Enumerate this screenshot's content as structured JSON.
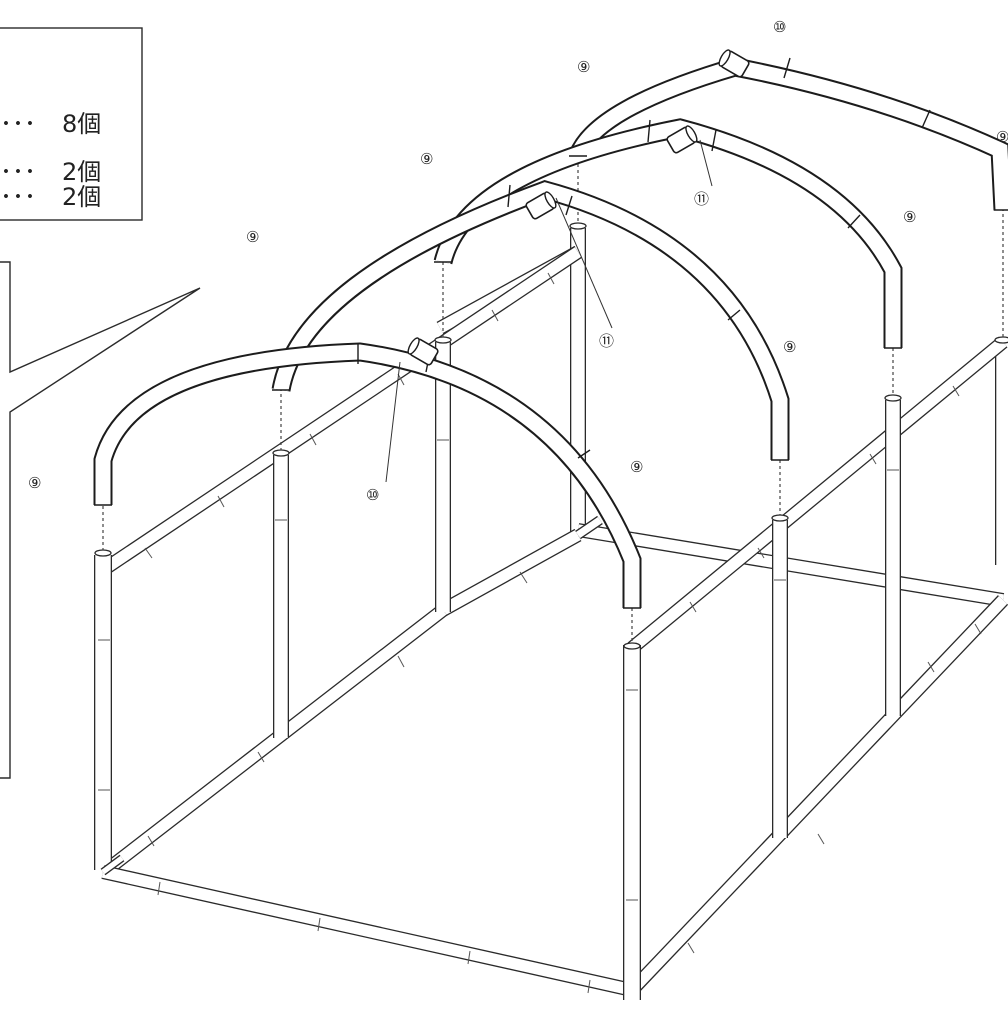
{
  "legend": {
    "rows": [
      {
        "dots": "･･･",
        "qty": "8個"
      },
      {
        "dots": "･･･",
        "qty": "2個"
      },
      {
        "dots": "･･･",
        "qty": "2個"
      }
    ]
  },
  "part_labels": {
    "p9": "⑨",
    "p10": "⑩",
    "p11": "⑪"
  }
}
